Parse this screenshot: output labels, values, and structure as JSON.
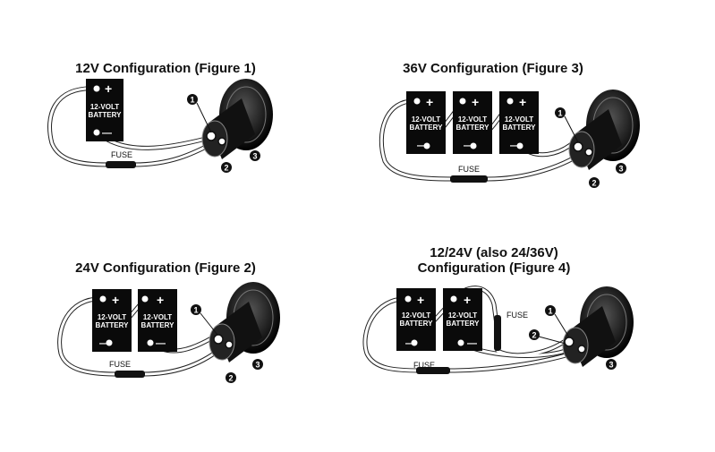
{
  "figures": [
    {
      "title": "12V Configuration (Figure 1)",
      "battery_label_top": "12-VOLT",
      "battery_label_bottom": "BATTERY",
      "positive": "+",
      "negative": "—",
      "fuse": "FUSE",
      "callouts": [
        "1",
        "2",
        "3"
      ]
    },
    {
      "title": "36V Configuration (Figure 3)",
      "battery_label_top": "12-VOLT",
      "battery_label_bottom": "BATTERY",
      "positive": "+",
      "negative": "—",
      "fuse": "FUSE",
      "callouts": [
        "1",
        "2",
        "3"
      ]
    },
    {
      "title": "24V Configuration (Figure 2)",
      "battery_label_top": "12-VOLT",
      "battery_label_bottom": "BATTERY",
      "positive": "+",
      "negative": "—",
      "fuse": "FUSE",
      "callouts": [
        "1",
        "2",
        "3"
      ]
    },
    {
      "title_line1": "12/24V (also 24/36V)",
      "title_line2": "Configuration (Figure 4)",
      "battery_label_top": "12-VOLT",
      "battery_label_bottom": "BATTERY",
      "positive": "+",
      "negative": "—",
      "fuse": "FUSE",
      "callouts": [
        "1",
        "2",
        "3"
      ]
    }
  ]
}
